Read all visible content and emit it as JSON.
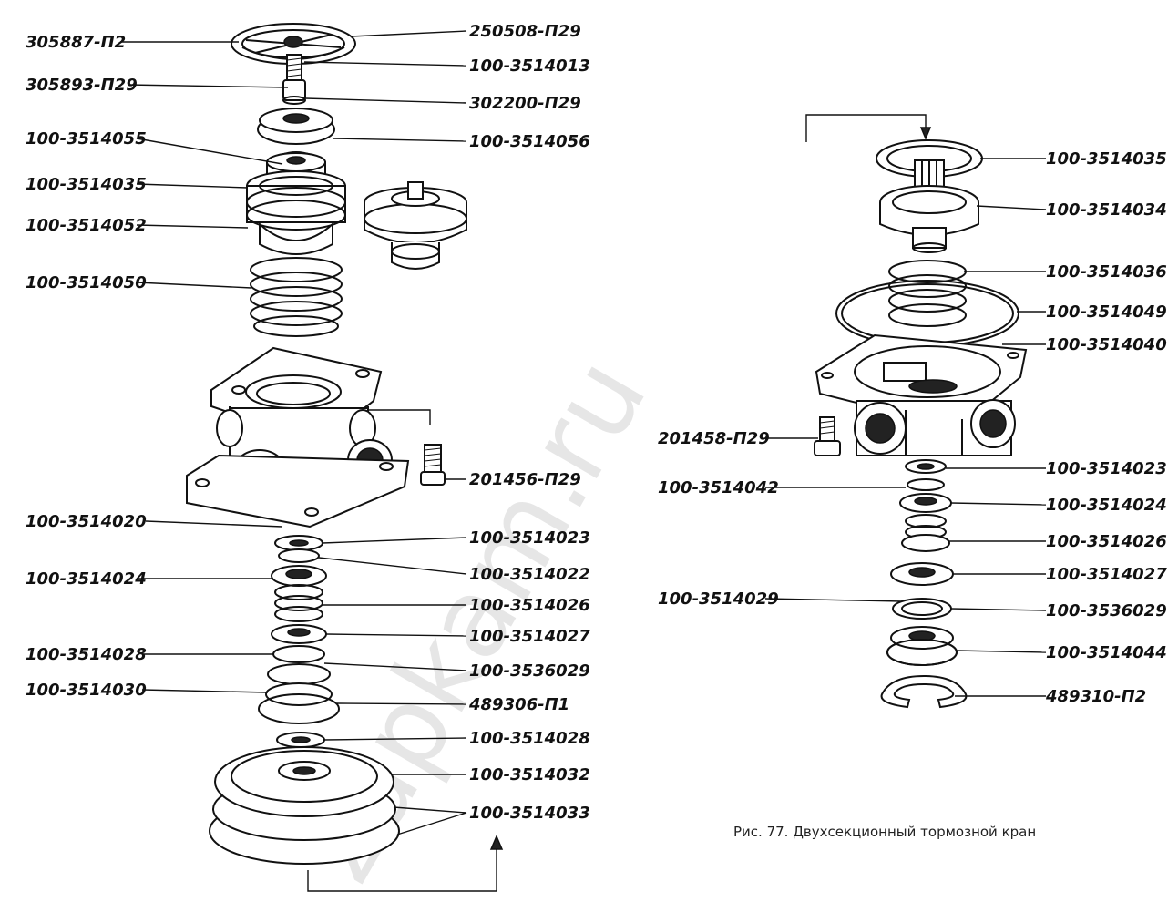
{
  "caption": "Рис. 77. Двухсекционный тормозной кран",
  "watermark": "zapkam.ru",
  "left_assembly": {
    "labels_left": [
      "305887-П2",
      "305893-П29",
      "100-3514055",
      "100-3514035",
      "100-3514052",
      "100-3514050",
      "100-3514020",
      "100-3514024",
      "100-3514028",
      "100-3514030"
    ],
    "labels_right": [
      "250508-П29",
      "100-3514013",
      "302200-П29",
      "100-3514056",
      "201456-П29",
      "100-3514023",
      "100-3514022",
      "100-3514026",
      "100-3514027",
      "100-3536029",
      "489306-П1",
      "100-3514028",
      "100-3514032",
      "100-3514033"
    ]
  },
  "right_assembly": {
    "labels_right": [
      "100-3514035",
      "100-3514034",
      "100-3514036",
      "100-3514049",
      "100-3514040",
      "100-3514023",
      "100-3514024",
      "100-3514026",
      "100-3514027",
      "100-3536029",
      "100-3514044",
      "489310-П2"
    ],
    "labels_left": [
      "201458-П29",
      "100-3514042",
      "100-3514029"
    ]
  }
}
